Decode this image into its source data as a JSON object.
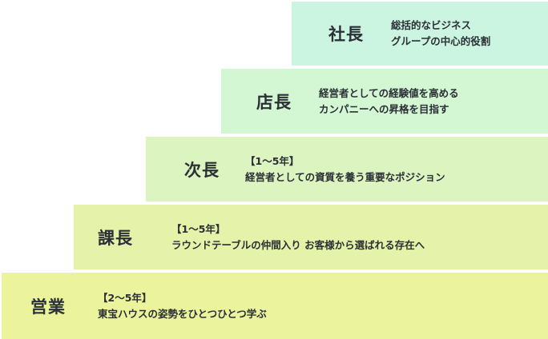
{
  "steps": [
    {
      "title": "社長",
      "line1": "総括的なビジネス",
      "line2": "グループの中心的役割",
      "color": "#ccf5e1"
    },
    {
      "title": "店長",
      "line1": "経営者としての経験値を高める",
      "line2": "カンパニーへの昇格を目指す",
      "color": "#d3f6d3"
    },
    {
      "title": "次長",
      "line1": "【1〜5年】",
      "line2": "経営者としての資質を養う重要なポジション",
      "color": "#dcf4bf"
    },
    {
      "title": "課長",
      "line1": "【1〜5年】",
      "line2": "ラウンドテーブルの仲間入り お客様から選ばれる存在へ",
      "color": "#e4f3a9"
    },
    {
      "title": "営業",
      "line1": "【2〜5年】",
      "line2": "東宝ハウスの姿勢をひとつひとつ学ぶ",
      "color": "#ebf49d"
    }
  ]
}
